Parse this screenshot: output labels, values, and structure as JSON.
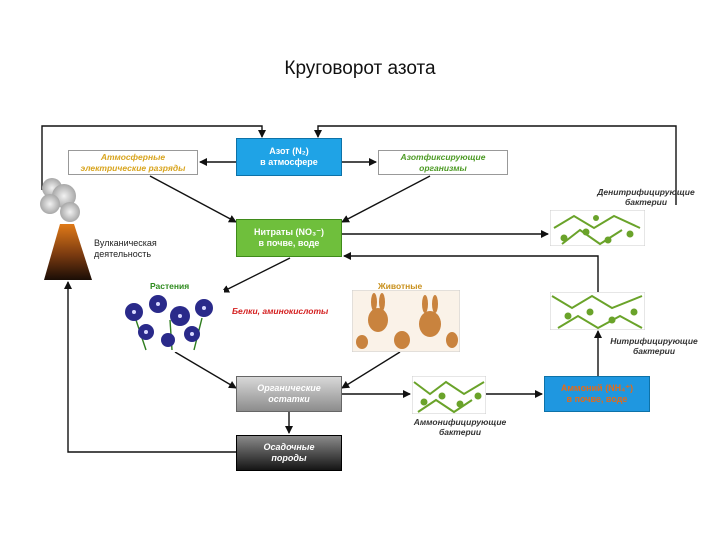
{
  "title": "Круговорот азота",
  "boxes": {
    "n2": {
      "line1": "Азот (N₂)",
      "line2": "в атмосфере"
    },
    "nitrates": {
      "line1": "Нитраты (NO₃⁻)",
      "line2": "в почве, воде"
    },
    "atmospheric": {
      "line1": "Атмосферные",
      "line2": "электрические разряды"
    },
    "fixing": {
      "line1": "Азотфиксирующие",
      "line2": "организмы"
    },
    "organic": {
      "line1": "Органические",
      "line2": "остатки"
    },
    "sediment": {
      "line1": "Осадочные",
      "line2": "породы"
    },
    "ammonium": {
      "line1": "Аммоний (NH₄⁺)",
      "line2": "в почве, воде"
    }
  },
  "labels": {
    "volcanic_line1": "Вулканическая",
    "volcanic_line2": "деятельность",
    "plants": "Растения",
    "animals": "Животные",
    "proteins": "Белки, аминокислоты",
    "denitrifying_line1": "Денитрифицирующие",
    "denitrifying_line2": "бактерии",
    "nitrifying_line1": "Нитрифицирующие",
    "nitrifying_line2": "бактерии",
    "ammonifying_line1": "Аммонифицирующие",
    "ammonifying_line2": "бактерии"
  },
  "colors": {
    "n2_box": "#1fa3e6",
    "nitrates_box": "#6fbf3c",
    "ammonium_box": "#1f97e0",
    "ammonium_text": "#e26b1a",
    "atmospheric_text": "#d8a41e",
    "fixing_text": "#4c9a24",
    "proteins_text": "#d42020",
    "plants_text": "#2e8b1e",
    "animals_text": "#c8901c"
  }
}
